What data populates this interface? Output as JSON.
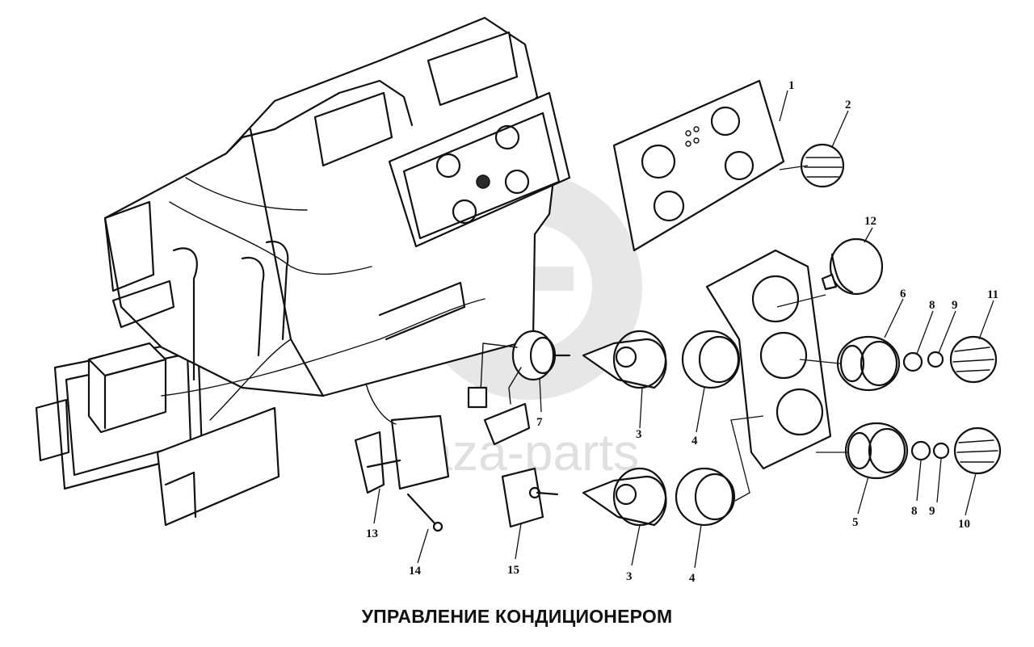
{
  "title": "УПРАВЛЕНИЕ КОНДИЦИОНЕРОМ",
  "watermark": "gaza-parts",
  "callouts": [
    "1",
    "2",
    "12",
    "6",
    "8",
    "9",
    "11",
    "7",
    "3",
    "4",
    "5",
    "8",
    "9",
    "10",
    "13",
    "14",
    "15",
    "3",
    "4"
  ],
  "colors": {
    "ink": "#111111",
    "watermark": "#c8c8c8",
    "background": "#ffffff"
  }
}
